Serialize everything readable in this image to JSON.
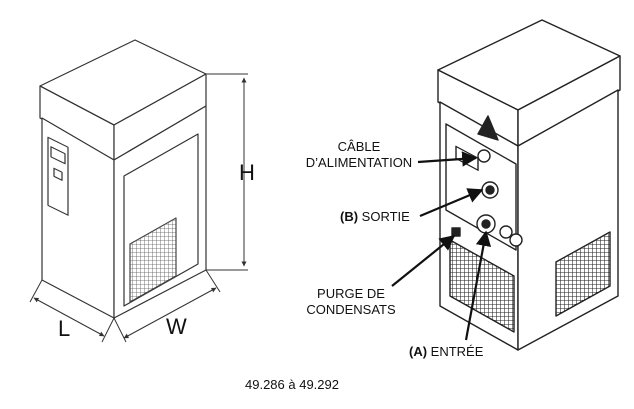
{
  "dimensions": {
    "height": "H",
    "length": "L",
    "width": "W"
  },
  "callouts": {
    "power_cable": [
      "CÂBLE",
      "D’ALIMENTATION"
    ],
    "outlet": {
      "letter": "(B)",
      "text": " SORTIE"
    },
    "condensate_drain": [
      "PURGE DE",
      "CONDENSATS"
    ],
    "inlet": {
      "letter": "(A)",
      "text": " ENTRÉE"
    }
  },
  "model_range": "49.286 à 49.292"
}
